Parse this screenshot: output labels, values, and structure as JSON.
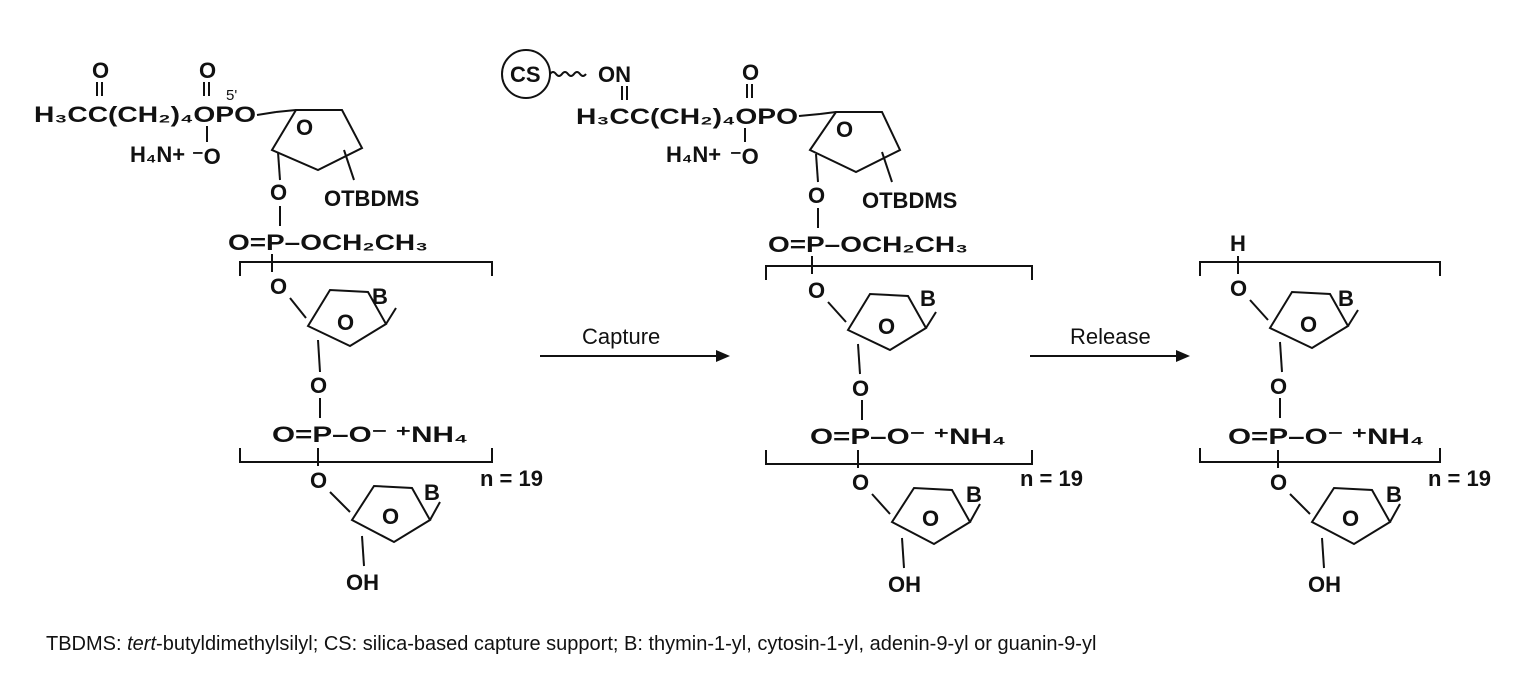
{
  "molecules": [
    {
      "cap": "H₃CC(CH₂)₄OPO",
      "carbonyl_o": "O",
      "phosphoryl_o": "O",
      "counterion": "H₄N+",
      "anion_o": "⁻O",
      "five_prime": "5'",
      "ring_o": "O",
      "o3": "O",
      "otbdms": "OTBDMS",
      "phosphotriester": "O=P–OCH₂CH₃",
      "repeat_o5": "O",
      "repeat_ring_o": "O",
      "repeat_base": "B",
      "repeat_o3": "O",
      "phosphodiester": "O=P–O⁻ ⁺NH₄",
      "repeat_count": "n = 19",
      "term_o5": "O",
      "term_ring_o": "O",
      "term_base": "B",
      "term_oh": "OH"
    },
    {
      "support": "CS",
      "oxime": "ON",
      "cap": "H₃CC(CH₂)₄OPO",
      "phosphoryl_o": "O",
      "counterion": "H₄N+",
      "anion_o": "⁻O",
      "ring_o": "O",
      "o3": "O",
      "otbdms": "OTBDMS",
      "phosphotriester": "O=P–OCH₂CH₃",
      "repeat_o5": "O",
      "repeat_ring_o": "O",
      "repeat_base": "B",
      "repeat_o3": "O",
      "phosphodiester": "O=P–O⁻ ⁺NH₄",
      "repeat_count": "n = 19",
      "term_o5": "O",
      "term_ring_o": "O",
      "term_base": "B",
      "term_oh": "OH"
    },
    {
      "h": "H",
      "repeat_o5": "O",
      "repeat_ring_o": "O",
      "repeat_base": "B",
      "repeat_o3": "O",
      "phosphodiester": "O=P–O⁻ ⁺NH₄",
      "repeat_count": "n = 19",
      "term_o5": "O",
      "term_ring_o": "O",
      "term_base": "B",
      "term_oh": "OH"
    }
  ],
  "arrows": {
    "capture": "Capture",
    "release": "Release"
  },
  "footnote": "TBDMS: tert-butyldimethylsilyl; CS: silica-based capture support; B: thymin-1-yl, cytosin-1-yl, adenin-9-yl or guanin-9-yl"
}
